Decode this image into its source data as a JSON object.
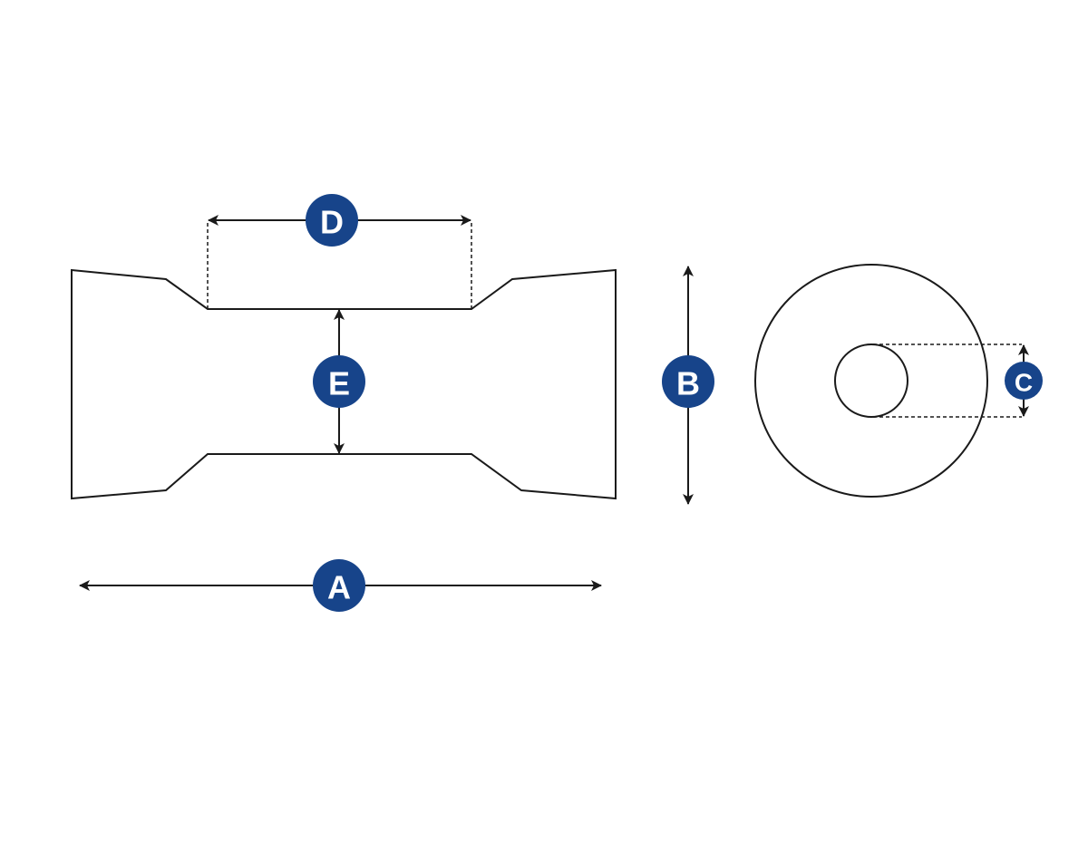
{
  "labels": {
    "a": "A",
    "b": "B",
    "c": "C",
    "d": "D",
    "e": "E"
  },
  "colors": {
    "badge": "#17448a",
    "line": "#1a1a1a",
    "background": "#ffffff"
  }
}
